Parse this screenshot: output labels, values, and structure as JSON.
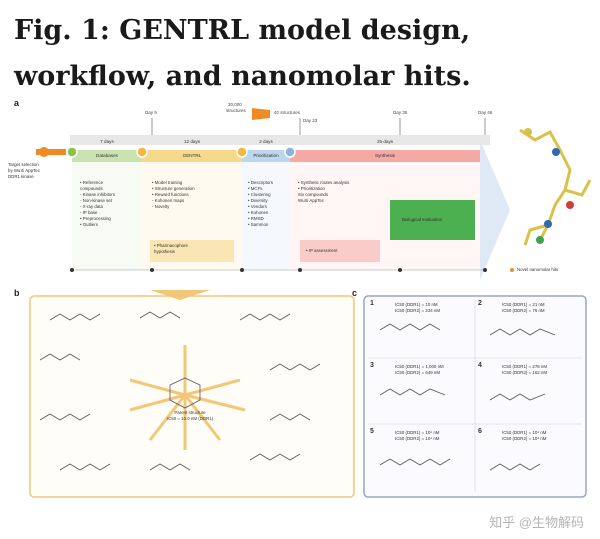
{
  "caption": "Fig. 1: GENTRL model design, workflow, and nanomolar hits.",
  "panels": {
    "a": "a",
    "b": "b",
    "c": "c"
  },
  "timeline": {
    "days": [
      "Day 9",
      "Day 23",
      "Day 35",
      "Day 46"
    ],
    "structures_top": "30,000",
    "structures_top2": "structures",
    "structures_right": "40 structures",
    "durations": [
      "7 days",
      "12 days",
      "2 days",
      "25 days"
    ],
    "phases": [
      "Databases",
      "GENTRL",
      "Prioritization",
      "Synthesis"
    ],
    "target": [
      "Target selection",
      "by WuXi AppTec",
      "DDR1 kinase"
    ]
  },
  "lists": {
    "databases": [
      "• Reference",
      "  compounds",
      "  - Kinase inhibitors",
      "  - Non-kinase set",
      "  - X-ray data",
      "  - IP base",
      "• Preprocessing",
      "• Outliers"
    ],
    "gentrl": [
      "• Model training",
      "• Structure generation",
      "• Reward functions",
      "  - Kohonen maps",
      "  - Novelty"
    ],
    "gentrl_box": [
      "• Pharmacophore",
      "  hypothesis"
    ],
    "prioritization": [
      "• Descriptors",
      "• MCFs",
      "• Clustering",
      "• Diversity",
      "• Vendors",
      "• Kohonen",
      "• RMSD",
      "• Sammon"
    ],
    "synthesis": [
      "• Synthetic routes analysis",
      "• Prioritization",
      "  Six compounds",
      "  WuXi AppTec"
    ],
    "ip": "• IP assessment",
    "bio": "Biological evaluation",
    "legend": "Novel nanomolar hits"
  },
  "panel_b_center": [
    "Parent structure",
    "IC50 = 10.0 nM (DDR1)"
  ],
  "panel_c": [
    {
      "num": "1",
      "ic1": "IC50 (DDR1) = 10 nM",
      "ic2": "IC50 (DDR2) = 234 nM"
    },
    {
      "num": "2",
      "ic1": "IC50 (DDR1) = 21 nM",
      "ic2": "IC50 (DDR2) = 76 nM"
    },
    {
      "num": "3",
      "ic1": "IC50 (DDR1) = 1,000 nM",
      "ic2": "IC50 (DDR2) = 649 nM"
    },
    {
      "num": "4",
      "ic1": "IC50 (DDR1) = 278 nM",
      "ic2": "IC50 (DDR2) = 162 nM"
    },
    {
      "num": "5",
      "ic1": "IC50 (DDR1) = 10⁴ nM",
      "ic2": "IC50 (DDR2) = 10⁴ nM"
    },
    {
      "num": "6",
      "ic1": "IC50 (DDR1) = 10⁴ nM",
      "ic2": "IC50 (DDR2) = 10⁴ nM"
    }
  ],
  "watermark": "知乎 @生物解码",
  "colors": {
    "databases": "#c9e3b0",
    "gentrl": "#f6d98c",
    "prior": "#bcd6ee",
    "synthesis": "#f4a9a5",
    "bio": "#4caf50",
    "panel_b_border": "#f3c777",
    "panel_c_border": "#9aa4c9"
  }
}
